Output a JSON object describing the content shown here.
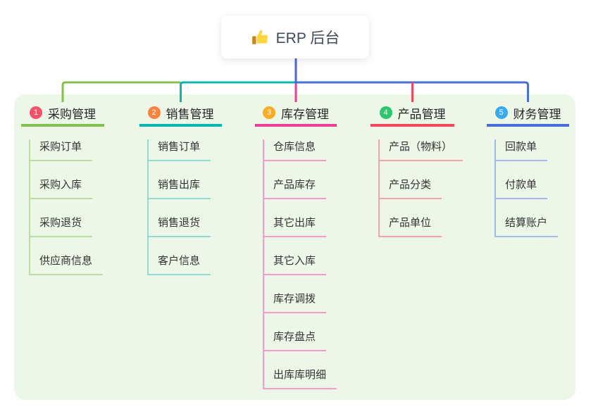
{
  "root": {
    "label": "ERP 后台",
    "icon": "thumbs-up"
  },
  "panel": {
    "background": "#edf7e7"
  },
  "connectors": {
    "root_line_color": "#4a67d8"
  },
  "branches": [
    {
      "badge": "1",
      "label": "采购管理",
      "badge_color": "#f2526b",
      "line_color": "#85c14e",
      "child_line_color": "#bade9f",
      "children": [
        "采购订单",
        "采购入库",
        "采购退货",
        "供应商信息"
      ]
    },
    {
      "badge": "2",
      "label": "销售管理",
      "badge_color": "#f9833f",
      "line_color": "#0db5ae",
      "child_line_color": "#90dbd5",
      "children": [
        "销售订单",
        "销售出库",
        "销售退货",
        "客户信息"
      ]
    },
    {
      "badge": "3",
      "label": "库存管理",
      "badge_color": "#fbab25",
      "line_color": "#ee3f97",
      "child_line_color": "#f89bc8",
      "children": [
        "仓库信息",
        "产品库存",
        "其它出库",
        "其它入库",
        "库存调拨",
        "库存盘点",
        "出库库明细"
      ]
    },
    {
      "badge": "4",
      "label": "产品管理",
      "badge_color": "#2bc56d",
      "line_color": "#f0485c",
      "child_line_color": "#f8a3ab",
      "children": [
        "产品（物料）",
        "产品分类",
        "产品单位"
      ]
    },
    {
      "badge": "5",
      "label": "财务管理",
      "badge_color": "#38a9ea",
      "line_color": "#4a6fdb",
      "child_line_color": "#a6b8ee",
      "children": [
        "回款单",
        "付款单",
        "结算账户"
      ]
    }
  ]
}
